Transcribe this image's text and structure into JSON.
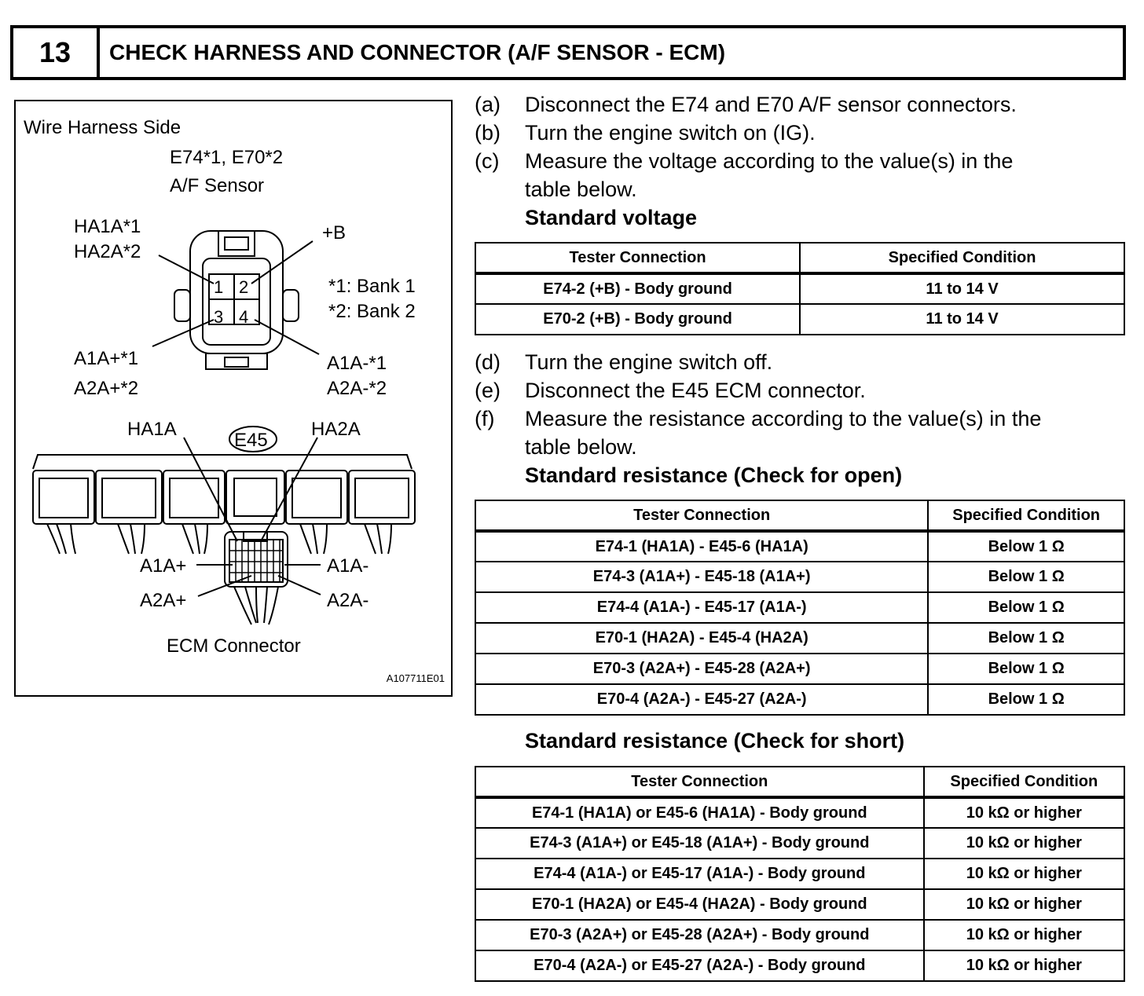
{
  "header": {
    "step_number": "13",
    "title": "CHECK HARNESS AND CONNECTOR (A/F SENSOR - ECM)"
  },
  "figure": {
    "side_label": "Wire Harness Side",
    "connector_ids": "E74*1, E70*2",
    "connector_name": "A/F Sensor",
    "pin_labels": {
      "ha1a_1": "HA1A*1",
      "ha2a_2": "HA2A*2",
      "plus_b": "+B",
      "a1a_plus_1": "A1A+*1",
      "a2a_plus_2": "A2A+*2",
      "a1a_minus_1": "A1A-*1",
      "a2a_minus_2": "A2A-*2"
    },
    "pins": [
      "1",
      "2",
      "3",
      "4"
    ],
    "notes": [
      "*1: Bank 1",
      "*2: Bank 2"
    ],
    "ecm_labels": {
      "ha1a": "HA1A",
      "e45": "E45",
      "ha2a": "HA2A",
      "a1a_plus": "A1A+",
      "a1a_minus": "A1A-",
      "a2a_plus": "A2A+",
      "a2a_minus": "A2A-"
    },
    "ecm_connector_label": "ECM Connector",
    "figure_code": "A107711E01"
  },
  "steps": {
    "a": {
      "letter": "(a)",
      "text": "Disconnect the E74 and E70 A/F sensor connectors."
    },
    "b": {
      "letter": "(b)",
      "text": "Turn the engine switch on (IG)."
    },
    "c": {
      "letter": "(c)",
      "text": "Measure the voltage according to the value(s) in the",
      "text2": "table below."
    },
    "d": {
      "letter": "(d)",
      "text": "Turn the engine switch off."
    },
    "e": {
      "letter": "(e)",
      "text": "Disconnect the E45 ECM connector."
    },
    "f": {
      "letter": "(f)",
      "text": "Measure the resistance according to the value(s) in the",
      "text2": "table below."
    }
  },
  "voltage": {
    "heading": "Standard voltage",
    "headers": [
      "Tester Connection",
      "Specified Condition"
    ],
    "rows": [
      [
        "E74-2 (+B) - Body ground",
        "11 to 14 V"
      ],
      [
        "E70-2 (+B) - Body ground",
        "11 to 14 V"
      ]
    ]
  },
  "open": {
    "heading": "Standard resistance (Check for open)",
    "headers": [
      "Tester Connection",
      "Specified Condition"
    ],
    "rows": [
      [
        "E74-1 (HA1A) - E45-6 (HA1A)",
        "Below 1 Ω"
      ],
      [
        "E74-3 (A1A+) - E45-18 (A1A+)",
        "Below 1 Ω"
      ],
      [
        "E74-4 (A1A-) - E45-17 (A1A-)",
        "Below 1 Ω"
      ],
      [
        "E70-1 (HA2A) - E45-4 (HA2A)",
        "Below 1 Ω"
      ],
      [
        "E70-3 (A2A+) - E45-28 (A2A+)",
        "Below 1 Ω"
      ],
      [
        "E70-4 (A2A-) - E45-27 (A2A-)",
        "Below 1 Ω"
      ]
    ]
  },
  "short": {
    "heading": "Standard resistance (Check for short)",
    "headers": [
      "Tester Connection",
      "Specified Condition"
    ],
    "rows": [
      [
        "E74-1 (HA1A) or E45-6 (HA1A) - Body ground",
        "10 kΩ or higher"
      ],
      [
        "E74-3 (A1A+) or E45-18 (A1A+) - Body ground",
        "10 kΩ or higher"
      ],
      [
        "E74-4 (A1A-) or E45-17 (A1A-) - Body ground",
        "10 kΩ or higher"
      ],
      [
        "E70-1 (HA2A) or E45-4 (HA2A) - Body ground",
        "10 kΩ or higher"
      ],
      [
        "E70-3 (A2A+) or E45-28 (A2A+) - Body ground",
        "10 kΩ or higher"
      ],
      [
        "E70-4 (A2A-) or E45-27 (A2A-) - Body ground",
        "10 kΩ or higher"
      ]
    ]
  }
}
